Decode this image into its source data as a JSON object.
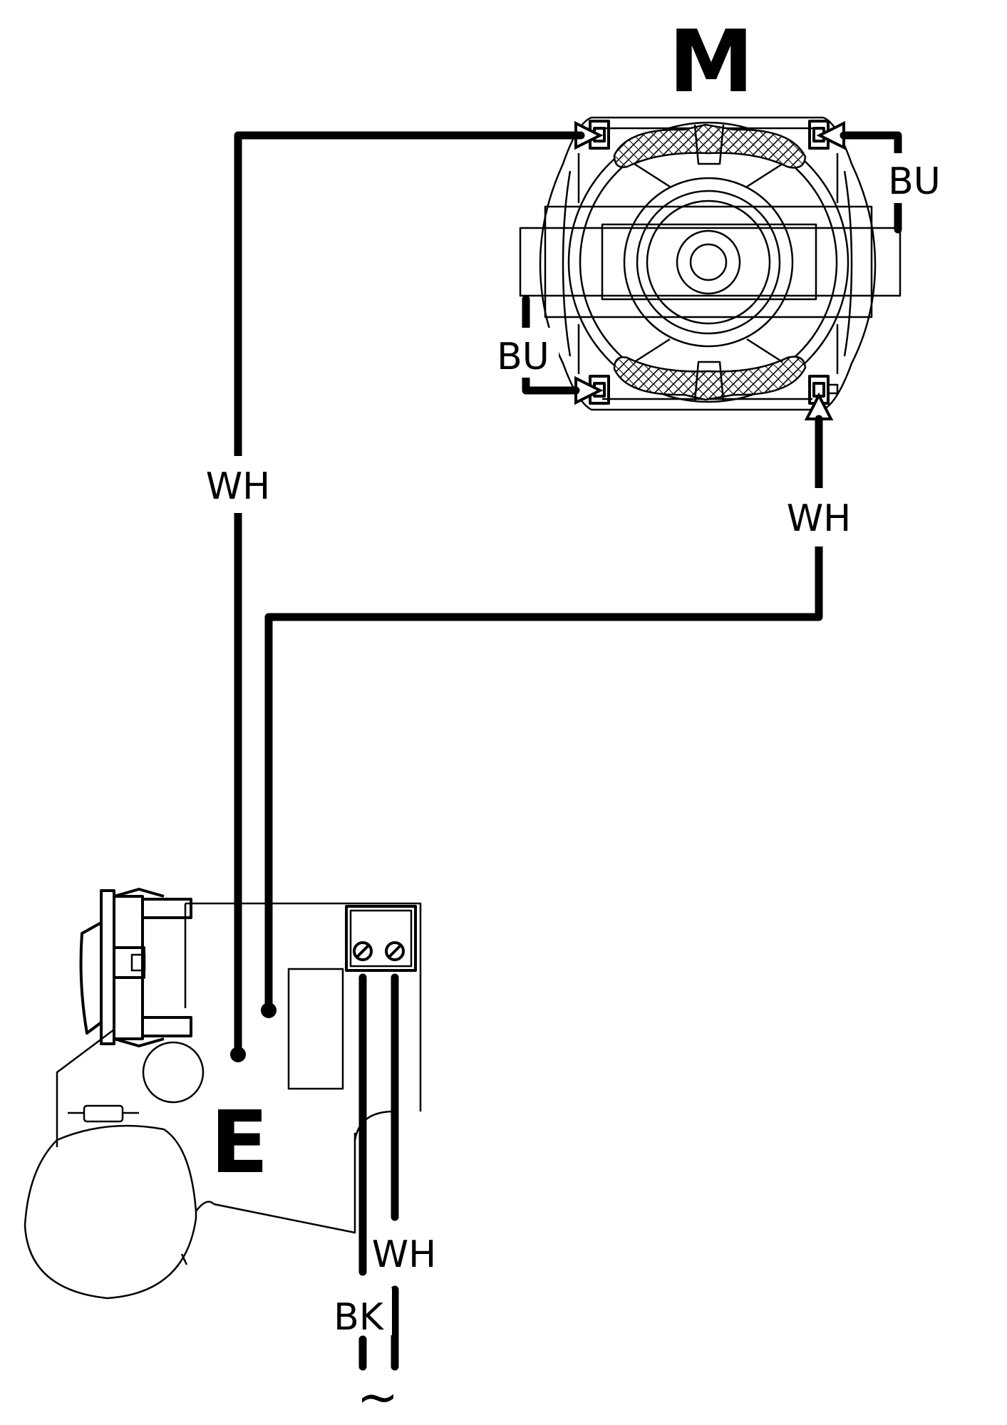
{
  "components": {
    "motor_label": "M",
    "controller_label": "E"
  },
  "wires": {
    "wh_left": "WH",
    "wh_right": "WH",
    "bu_top": "BU",
    "bu_bottom": "BU",
    "wh_supply": "WH",
    "bk_supply": "BK"
  },
  "supply_symbol": "~",
  "colors": {
    "line": "#000000",
    "background": "#ffffff"
  }
}
